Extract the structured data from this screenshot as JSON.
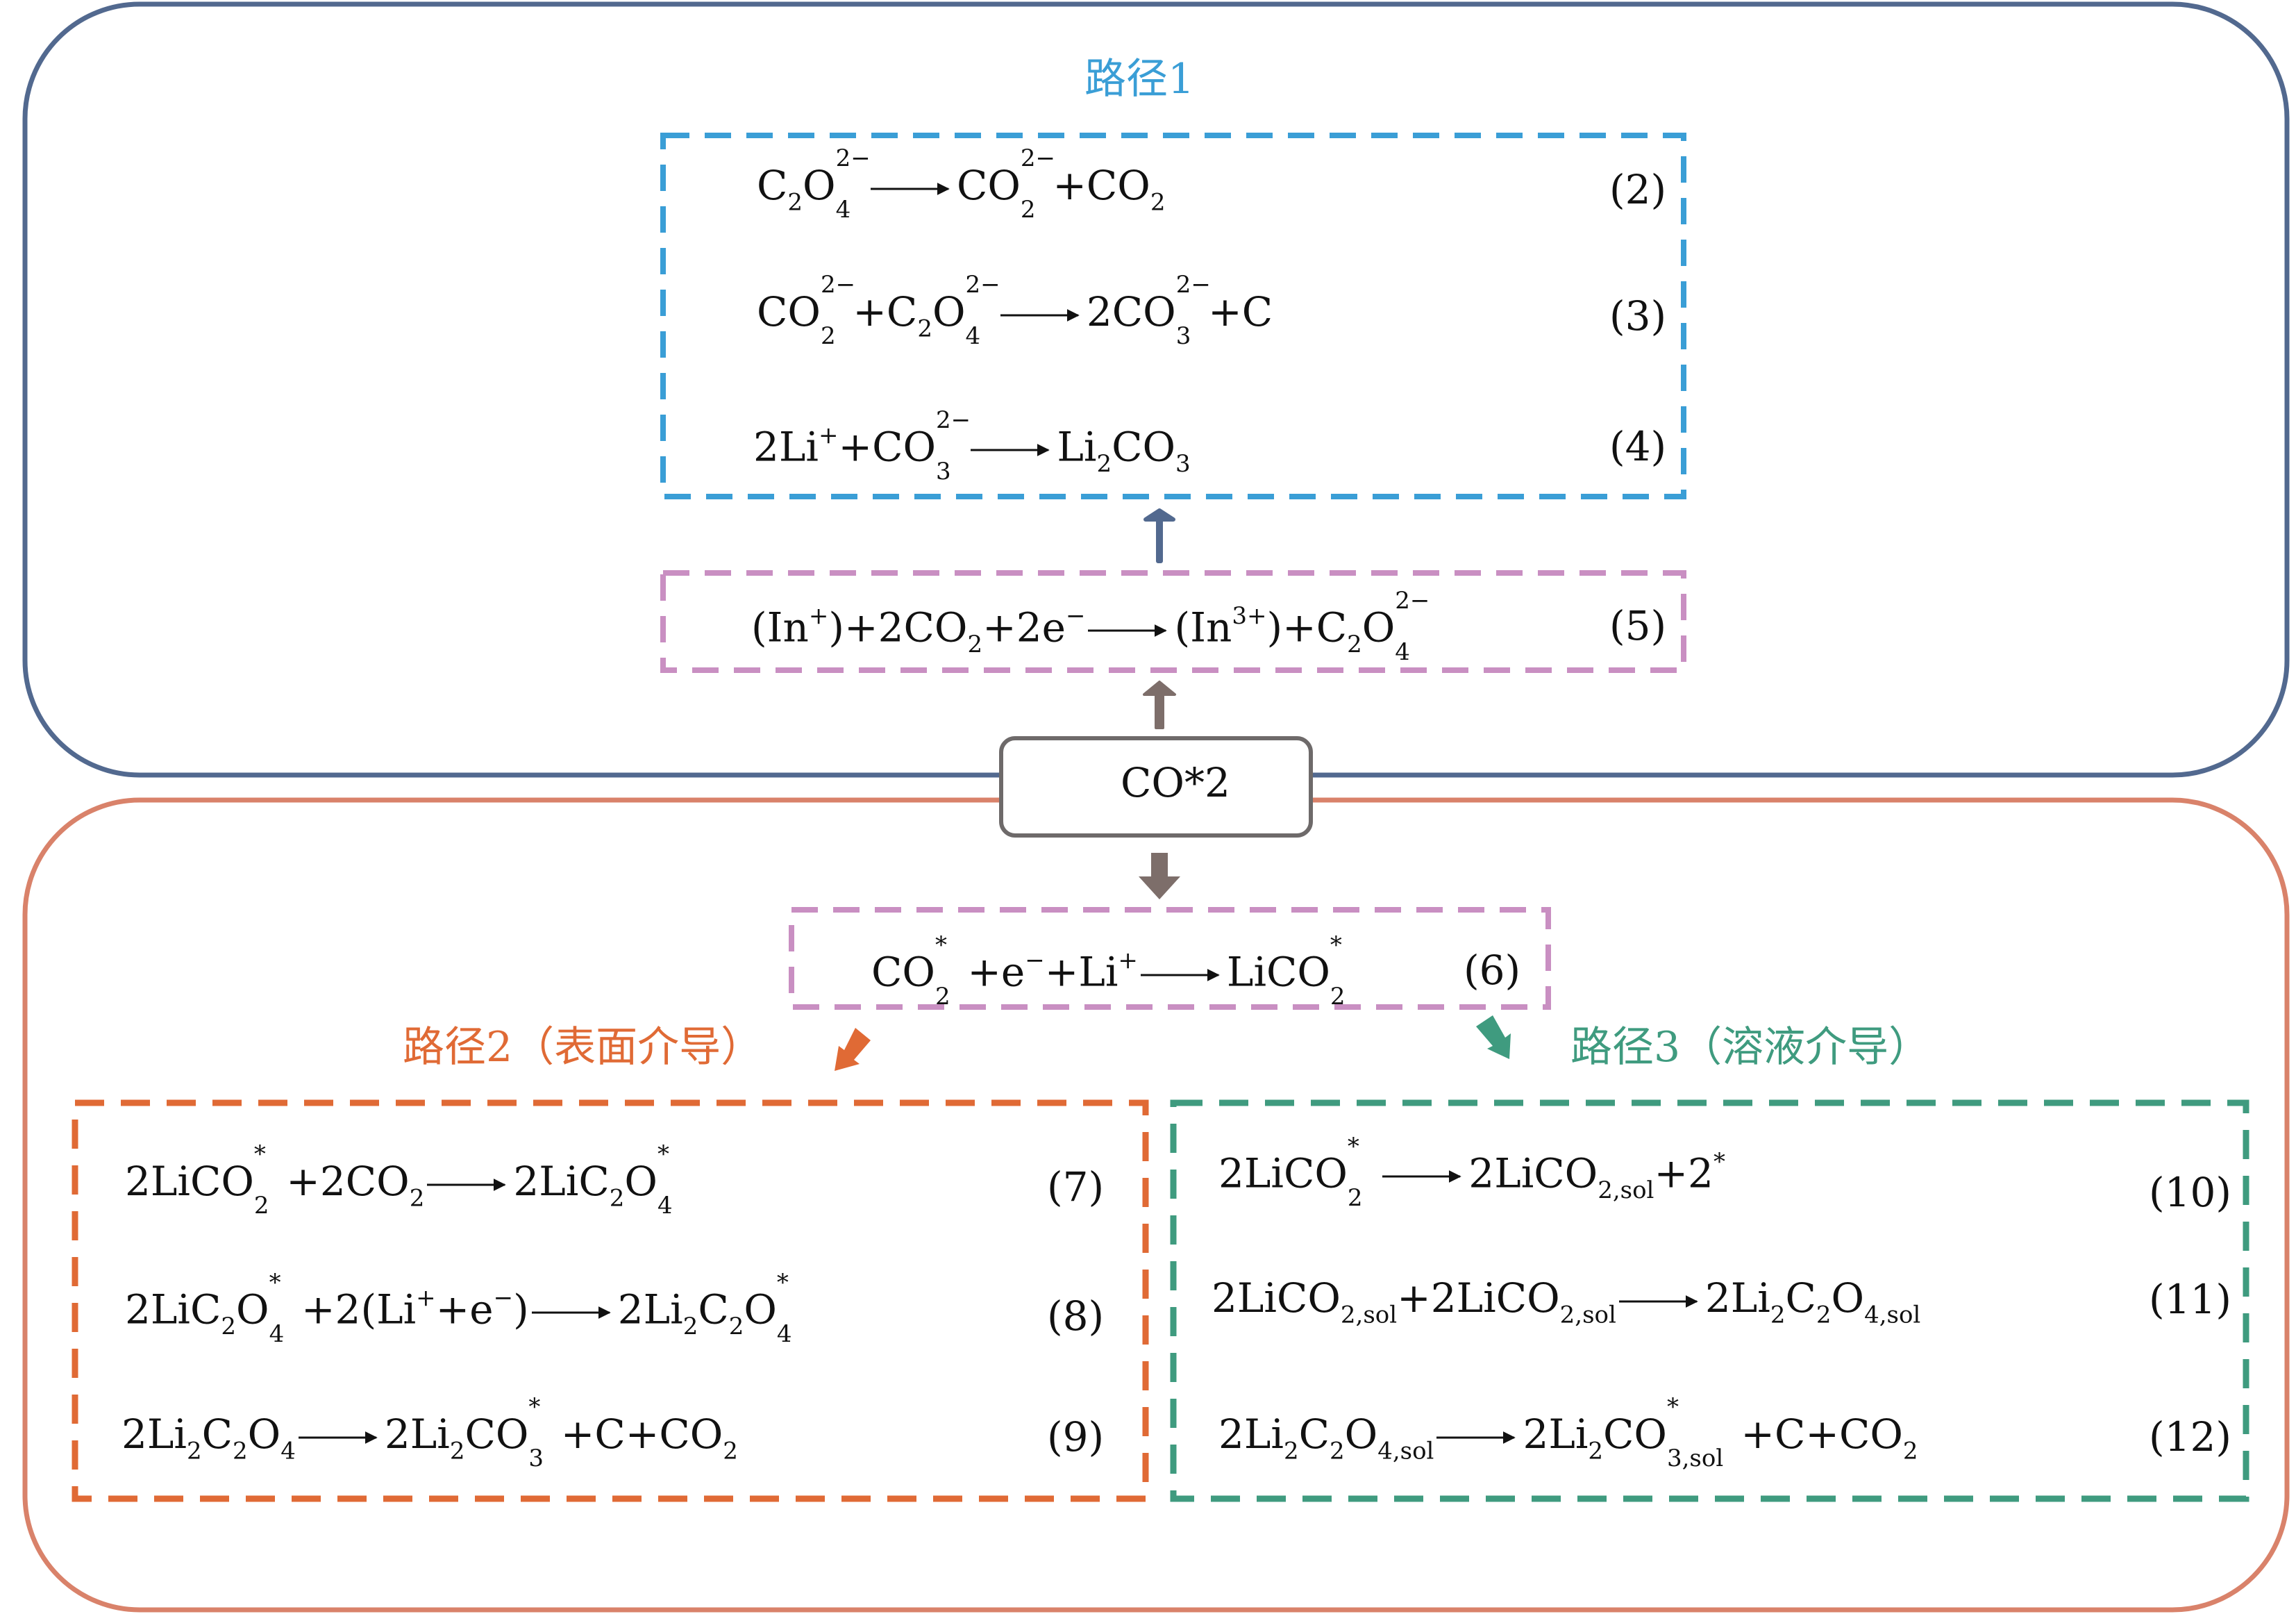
{
  "colors": {
    "upper_border": "#52698f",
    "lower_border": "#d9826a",
    "path1": "#3a9ed6",
    "pink": "#c98fc2",
    "path2": "#e06a35",
    "path3": "#3f9b7f",
    "arrow_blue": "#52698f",
    "arrow_gray": "#7d6e6a"
  },
  "titles": {
    "path1": "路径1",
    "path2": "路径2（表面介导）",
    "path3": "路径3（溶液介导）"
  },
  "center_node": {
    "base": "CO",
    "sub": "2",
    "sup": "*"
  },
  "equation_numbers": {
    "eq2": "(2)",
    "eq3": "(3)",
    "eq4": "(4)",
    "eq5": "(5)",
    "eq6": "(6)",
    "eq7": "(7)",
    "eq8": "(8)",
    "eq9": "(9)",
    "eq10": "(10)",
    "eq11": "(11)",
    "eq12": "(12)"
  },
  "equations": {
    "eq2": "C₂O₄²⁻ ⟶ CO₂²⁻ + CO₂",
    "eq3": "CO₂²⁻ + C₂O₄²⁻ ⟶ 2CO₃²⁻ + C",
    "eq4": "2Li⁺ + CO₃²⁻ ⟶ Li₂CO₃",
    "eq5": "(In⁺) + 2CO₂ + 2e⁻ ⟶ (In³⁺) + C₂O₄²⁻",
    "eq6": "CO₂* + e⁻ + Li⁺ ⟶ LiCO₂*",
    "eq7": "2LiCO₂* + 2CO₂ ⟶ 2LiC₂O₄*",
    "eq8": "2LiC₂O₄* + 2(Li⁺ + e⁻) ⟶ 2Li₂C₂O₄*",
    "eq9": "2Li₂C₂O₄ ⟶ 2Li₂CO₃* + C + CO₂",
    "eq10": "2LiCO₂* ⟶ 2LiCO₂,sol + 2*",
    "eq11": "2LiCO₂,sol + 2LiCO₂,sol ⟶ 2Li₂C₂O₄,sol",
    "eq12": "2Li₂C₂O₄,sol ⟶ 2Li₂CO₃,sol* + C + CO₂"
  }
}
